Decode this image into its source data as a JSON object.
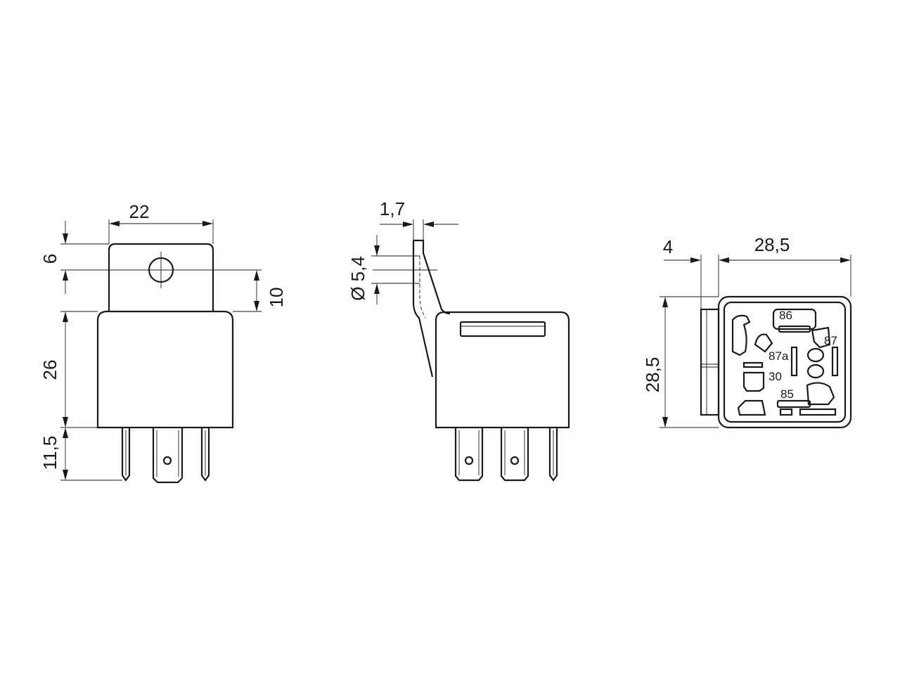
{
  "front_view": {
    "dims": {
      "width": "22",
      "tab_height": "6",
      "hole_offset": "10",
      "body_height": "26",
      "pin_length": "11,5"
    }
  },
  "side_view": {
    "dims": {
      "bracket_thickness": "1,7",
      "hole_diameter": "Ø 5,4"
    }
  },
  "bottom_view": {
    "dims": {
      "offset": "4",
      "width": "28,5",
      "height": "28,5"
    },
    "pin_labels": {
      "p86": "86",
      "p87": "87",
      "p87a": "87a",
      "p30": "30",
      "p85": "85"
    }
  }
}
